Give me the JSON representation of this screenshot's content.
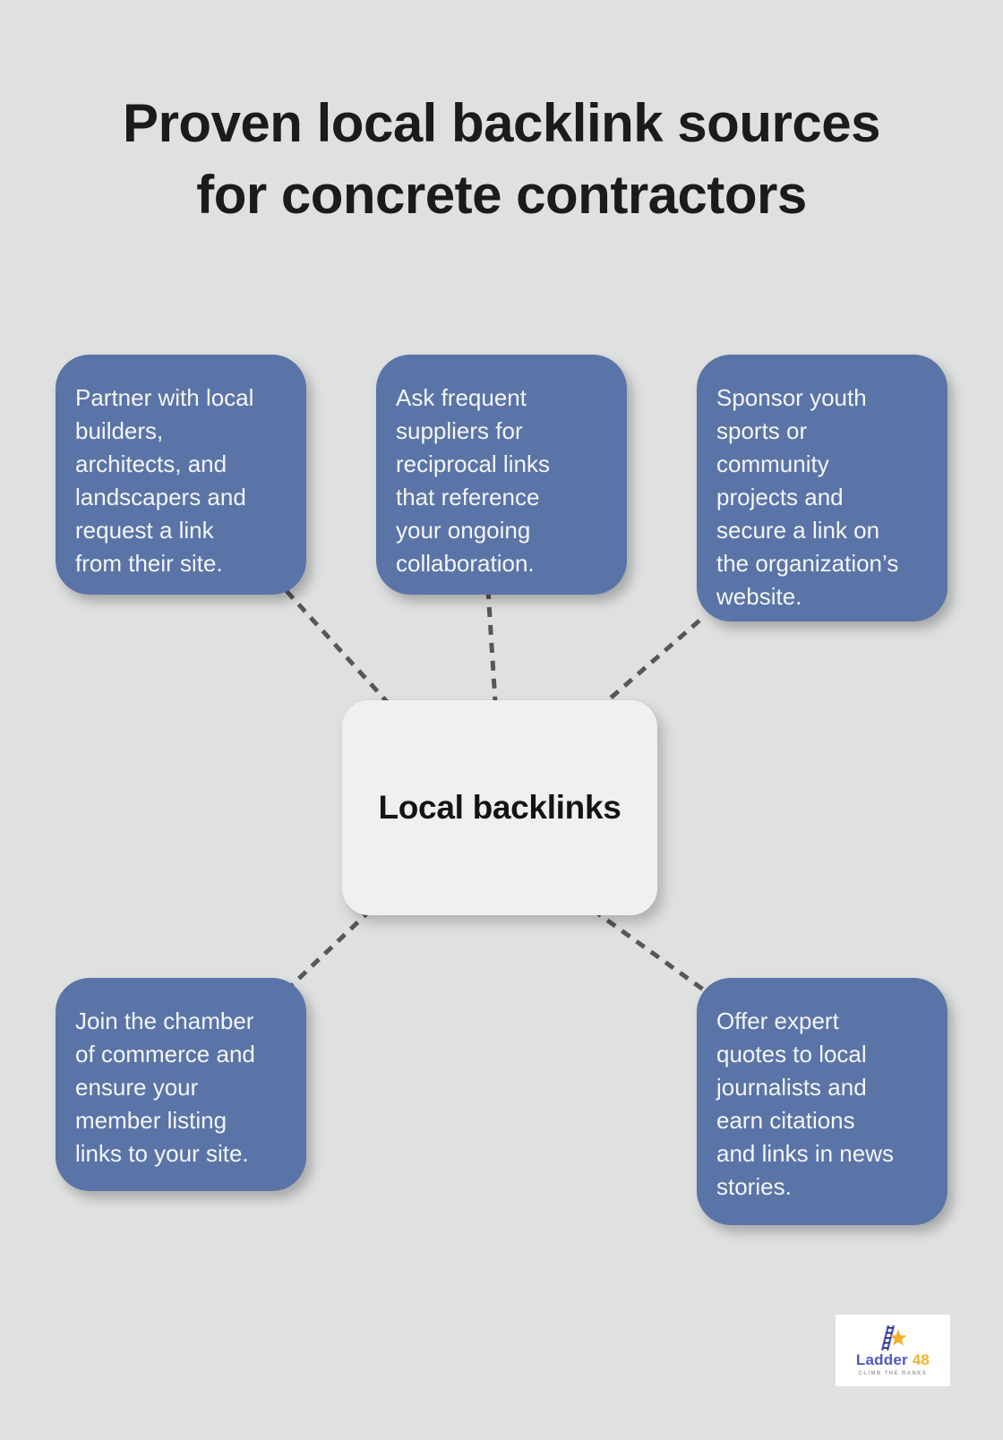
{
  "title": "Proven local backlink sources\nfor concrete contractors",
  "center": {
    "label": "Local backlinks"
  },
  "nodes": [
    {
      "id": "partner-builders",
      "text": "Partner with local\nbuilders,\narchitects, and\nlandscapers and\nrequest a link\nfrom their site."
    },
    {
      "id": "supplier-links",
      "text": "Ask frequent\nsuppliers for\nreciprocal links\nthat reference\nyour ongoing\ncollaboration."
    },
    {
      "id": "sponsor-sports",
      "text": "Sponsor youth\nsports or\ncommunity\nprojects and\nsecure a link on\nthe organization’s\nwebsite."
    },
    {
      "id": "chamber-commerce",
      "text": "Join the chamber\nof commerce and\nensure your\nmember listing\nlinks to your site."
    },
    {
      "id": "expert-quotes",
      "text": "Offer expert\nquotes to local\njournalists and\nearn citations\nand links in news\nstories."
    }
  ],
  "logo": {
    "name_primary": "Ladder",
    "name_accent": "48",
    "tagline": "CLIMB THE RANKS"
  },
  "colors": {
    "background": "#dfe1e1",
    "node": "#5b74a7",
    "node_text": "#f3f6f8",
    "center_bg": "#f0f0f1",
    "center_text": "#141414",
    "connector": "#575757",
    "title": "#1b1b1b",
    "logo_primary": "#5058c6",
    "logo_accent": "#f2b32a",
    "logo_tagline": "#9aa0a8"
  }
}
